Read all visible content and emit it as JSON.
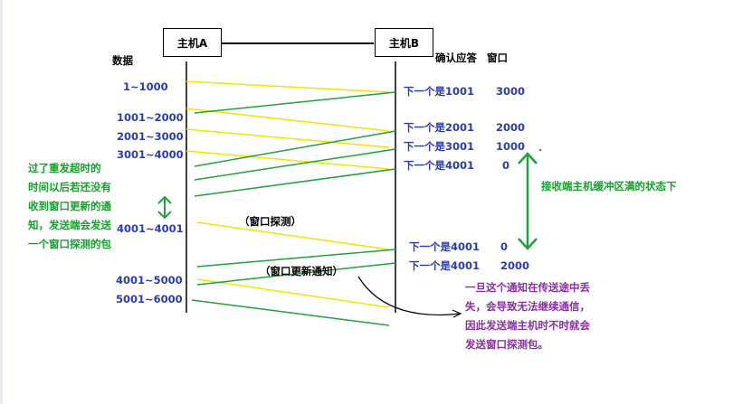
{
  "host_a": "主机A",
  "host_b": "主机B",
  "headers": {
    "data": "数据",
    "ack": "确认应答",
    "window": "窗口"
  },
  "segments": [
    "1~1000",
    "1001~2000",
    "2001~3000",
    "3001~4000",
    "4001~4001",
    "4001~5000",
    "5001~6000"
  ],
  "acks": [
    {
      "text": "下一个是1001",
      "window": "3000"
    },
    {
      "text": "下一个是2001",
      "window": "2000"
    },
    {
      "text": "下一个是3001",
      "window": "1000"
    },
    {
      "text": "下一个是4001",
      "window": "0"
    },
    {
      "text": "下一个是4001",
      "window": "0"
    },
    {
      "text": "下一个是4001",
      "window": "2000"
    }
  ],
  "probe_label": "（窗口探测）",
  "update_label": "（窗口更新通知）",
  "left_note": [
    "过了重发超时的",
    "时间以后若还没有",
    "收到窗口更新的通",
    "知，发送端会发送",
    "一个窗口探测的包"
  ],
  "right_note": "接收端主机缓冲区满的状态下",
  "bottom_note": [
    "一旦这个通知在传送途中丢",
    "失，会导致无法继续通信，",
    "因此发送端主机时不时就会",
    "发送窗口探测包。"
  ],
  "colors": {
    "data_line": "#f2e600",
    "ack_line": "#1fa33a",
    "label_blue": "#2a3cb3",
    "note_green": "#14a32a",
    "note_purple": "#8b2fa6"
  }
}
